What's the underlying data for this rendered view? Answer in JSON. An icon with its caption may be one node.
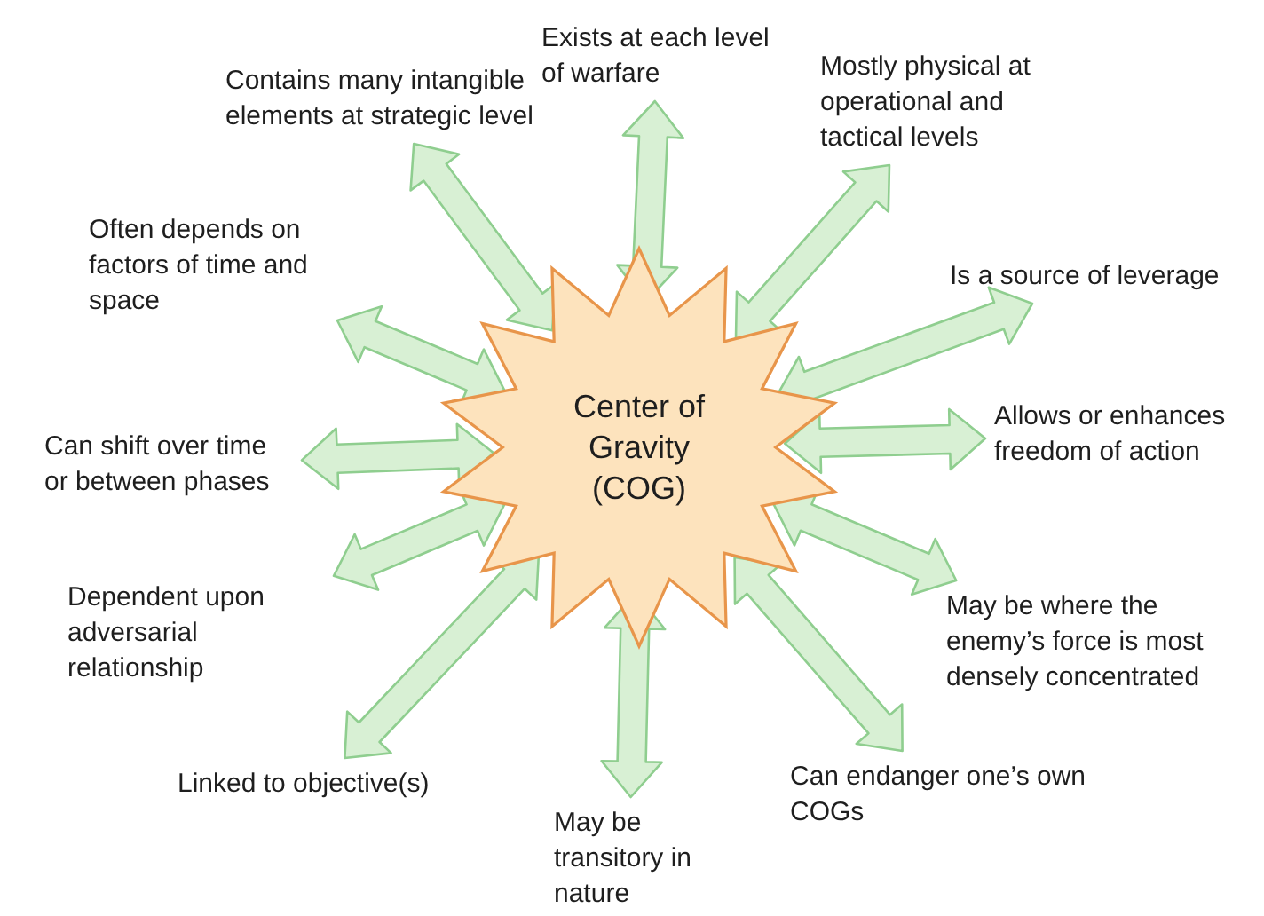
{
  "diagram": {
    "nodes": [
      {
        "text": [
          "Center of Gravity (COG)"
        ]
      },
      {
        "text": [
          "Exists at each level of warfare"
        ]
      },
      {
        "text": [
          "Mostly physical at operational and tactical levels"
        ]
      },
      {
        "text": [
          "Is a source of leverage"
        ]
      },
      {
        "text": [
          "Allows or enhances freedom of action"
        ]
      },
      {
        "text": [
          "May be where the enemy’s force is most densely concentrated"
        ]
      },
      {
        "text": [
          "Can endanger one’s own COGs"
        ]
      },
      {
        "text": [
          "May be transitory in nature"
        ]
      },
      {
        "text": [
          "Linked to objective(s)"
        ]
      },
      {
        "text": [
          "Dependent upon adversarial relationship"
        ]
      },
      {
        "text": [
          "Can shift over time or between phases"
        ]
      },
      {
        "text": [
          "Often depends on factors of time and space"
        ]
      },
      {
        "text": [
          "Contains many intangible elements at strategic level"
        ]
      }
    ],
    "edges": [
      {
        "from": 0,
        "to": 1,
        "arrow": "both"
      },
      {
        "from": 0,
        "to": 2,
        "arrow": "both"
      },
      {
        "from": 0,
        "to": 3,
        "arrow": "both"
      },
      {
        "from": 0,
        "to": 4,
        "arrow": "both"
      },
      {
        "from": 0,
        "to": 5,
        "arrow": "both"
      },
      {
        "from": 0,
        "to": 6,
        "arrow": "both"
      },
      {
        "from": 0,
        "to": 7,
        "arrow": "both"
      },
      {
        "from": 0,
        "to": 8,
        "arrow": "both"
      },
      {
        "from": 0,
        "to": 9,
        "arrow": "both"
      },
      {
        "from": 0,
        "to": 10,
        "arrow": "both"
      },
      {
        "from": 0,
        "to": 11,
        "arrow": "both"
      },
      {
        "from": 0,
        "to": 12,
        "arrow": "both"
      }
    ]
  }
}
